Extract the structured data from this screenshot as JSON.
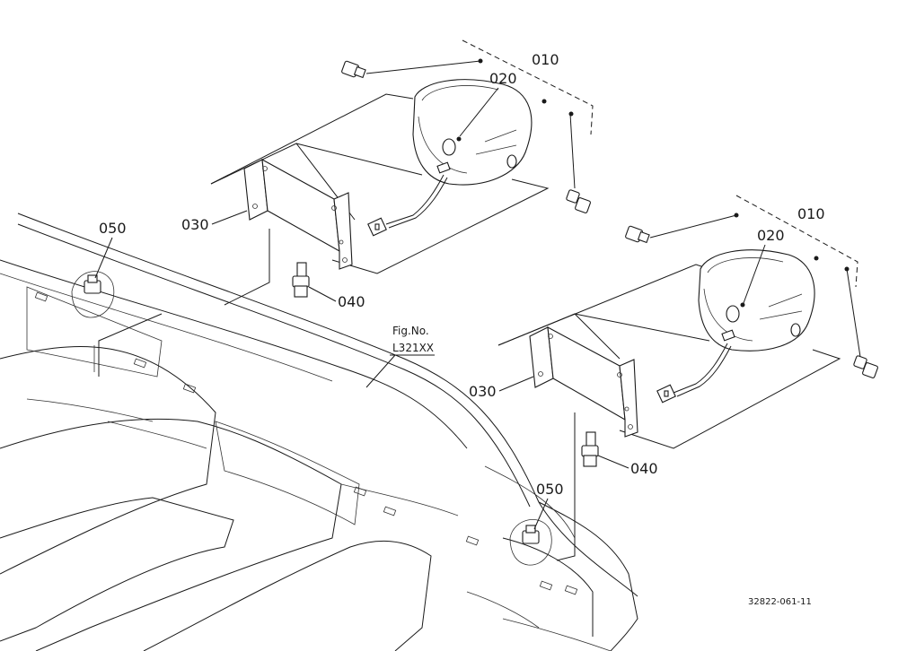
{
  "diagram": {
    "fig_ref": {
      "line1": "Fig.No.",
      "line2": "L321XX"
    },
    "drawing_number": "32822-061-11",
    "left_assembly": {
      "label_010": "010",
      "label_020": "020",
      "label_030": "030",
      "label_040": "040",
      "label_050": "050"
    },
    "right_assembly": {
      "label_010": "010",
      "label_020": "020",
      "label_030": "030",
      "label_040": "040",
      "label_050": "050"
    }
  }
}
